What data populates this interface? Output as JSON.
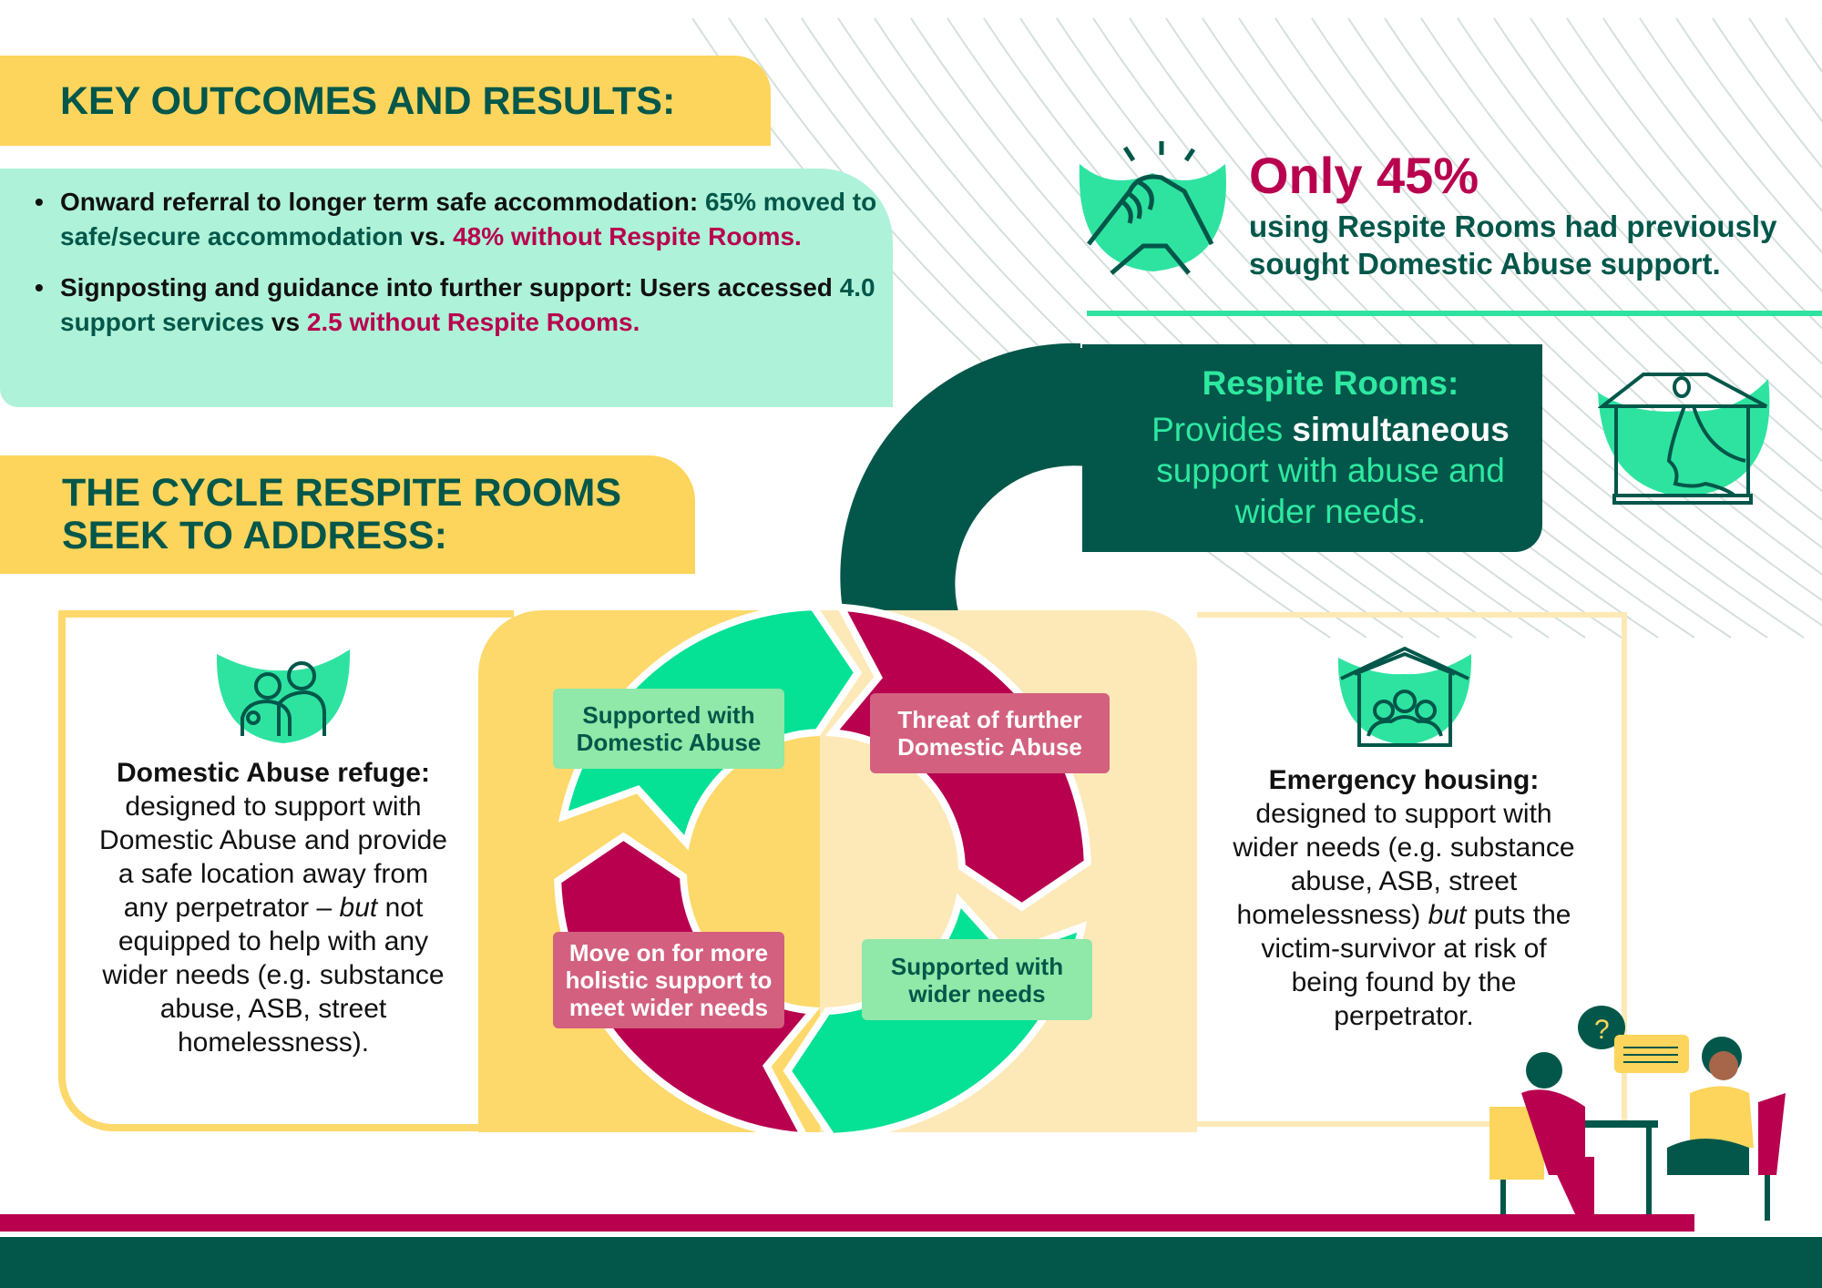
{
  "outcomes": {
    "title": "KEY OUTCOMES AND RESULTS:",
    "b1": {
      "lead": "Onward referral to longer term safe accommodation: ",
      "g1": "65% moved to safe/secure accommodation",
      "mid": " vs. ",
      "r1": "48% without Respite Rooms."
    },
    "b2": {
      "lead": "Signposting and guidance into further support: Users accessed ",
      "g1": "4.0 support services",
      "mid": " vs ",
      "r1": "2.5 without Respite Rooms."
    }
  },
  "stat": {
    "headline": "Only 45%",
    "sub": "using Respite Rooms had previously sought Domestic Abuse support."
  },
  "respite": {
    "title": "Respite Rooms:",
    "pre": "Provides ",
    "bold": "simultaneous",
    "post": " support with abuse and wider needs."
  },
  "cycle": {
    "title_l1": "THE CYCLE RESPITE ROOMS",
    "title_l2": "SEEK TO ADDRESS:",
    "labels": [
      "Supported with Domestic Abuse",
      "Threat of further Domestic Abuse",
      "Move on for more holistic support to meet wider needs",
      "Supported with wider needs"
    ]
  },
  "refuge": {
    "title": "Domestic Abuse refuge:",
    "t1": "designed to support with Domestic Abuse and provide a safe location away from any perpetrator – ",
    "em": "but",
    "t2": " not equipped to help with any wider needs (e.g. substance abuse, ASB, street homelessness)."
  },
  "housing": {
    "title": "Emergency housing:",
    "t1": "designed to support with wider needs (e.g. substance abuse, ASB, street homelessness) ",
    "em": "but",
    "t2": " puts the victim-survivor at risk of being found by the perpetrator."
  },
  "illustration": {
    "bubble": "?"
  },
  "colors": {
    "green": "#05e195",
    "crimson": "#b8004f",
    "dark_green": "#02574a",
    "yellow": "#fdd55c",
    "mint": "#aef2d9"
  }
}
